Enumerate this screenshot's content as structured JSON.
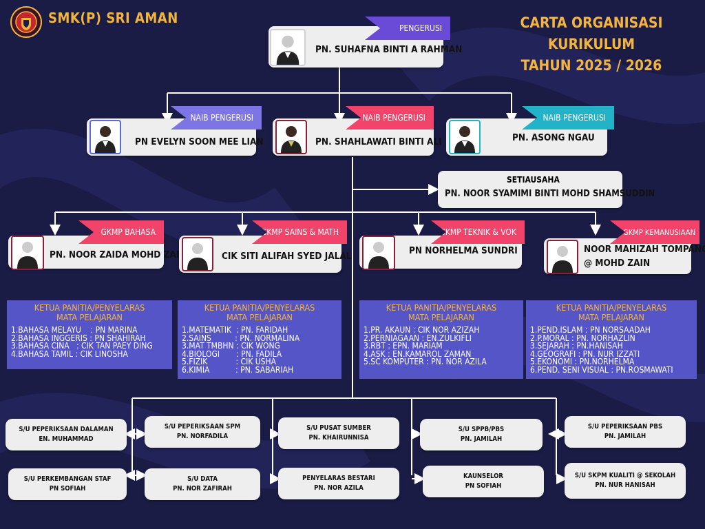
{
  "header": {
    "school": "SMK(P) SRI AMAN",
    "title_line1": "CARTA ORGANISASI KURIKULUM",
    "title_line2": "TAHUN 2025 / 2026",
    "logo_icon": "school-crest-icon"
  },
  "colors": {
    "background": "#1b1c46",
    "accent_gold": "#f4b53f",
    "ribbon_purple": "#6a4bd8",
    "ribbon_lavender": "#7d74e6",
    "ribbon_pink": "#f2446b",
    "ribbon_teal": "#22b3c9",
    "panel_blue": "#5555c8",
    "card": "#eeeeef"
  },
  "chairman": {
    "role": "PENGERUSI",
    "name": "PN. SUHAFNA BINTI A RAHMAN"
  },
  "deputies": [
    {
      "role": "NAIB PENGERUSI",
      "name": "PN EVELYN SOON MEE LIAN"
    },
    {
      "role": "NAIB PENGERUSI",
      "name": "PN. SHAHLAWATI BINTI ALI"
    },
    {
      "role": "NAIB PENGERUSI",
      "name": "PN. ASONG NGAU"
    }
  ],
  "secretary": {
    "role": "SETIAUSAHA",
    "name": "PN. NOOR SYAMIMI BINTI MOHD SHAMSUDDIN"
  },
  "gkmp": [
    {
      "role": "GKMP BAHASA",
      "name": "PN. NOOR ZAIDA MOHD ZAIRI",
      "name2": ""
    },
    {
      "role": "GKMP SAINS & MATH",
      "name": "CIK SITI ALIFAH SYED JALAL",
      "name2": ""
    },
    {
      "role": "GKMP TEKNIK & VOK",
      "name": "PN NORHELMA SUNDRI",
      "name2": ""
    },
    {
      "role": "GKMP KEMANUSIAAN",
      "name": "NOOR MAHIZAH TOMPANG",
      "name2": "@ MOHD ZAIN"
    }
  ],
  "panels": [
    {
      "heading1": "KETUA PANITIA/PENYELARAS",
      "heading2": "MATA PELAJARAN",
      "items": [
        "1.BAHASA MELAYU    : PN MARINA",
        "2.BAHASA INGGERIS : PN SHAHIRAH",
        "3.BAHASA CINA   : CIK TAN PAEY DING",
        "4.BAHASA TAMIL : CIK LINOSHA"
      ]
    },
    {
      "heading1": "KETUA PANITIA/PENYELARAS",
      "heading2": "MATA PELAJARAN",
      "items": [
        "1.MATEMATIK  : PN. FARIDAH",
        "2.SAINS          : PN. NORMALINA",
        "3.MAT TMBHN : CIK WONG",
        "4.BIOLOGI       : PN. FADILA",
        "5.FIZIK            : CIK USHA",
        "6.KIMIA           : PN. SABARIAH"
      ]
    },
    {
      "heading1": "KETUA PANITIA/PENYELARAS",
      "heading2": "MATA PELAJARAN",
      "items": [
        "1.PR. AKAUN : CIK NOR AZIZAH",
        "2.PERNIAGAAN : EN.ZULKIFLI",
        "3.RBT : EPN. MARIAM",
        "4.ASK : EN.KAMAROL ZAMAN",
        "5.SC KOMPUTER : PN. NOR AZILA"
      ]
    },
    {
      "heading1": "KETUA PANITIA/PENYELARAS",
      "heading2": "MATA PELAJARAN",
      "items": [
        "1.PEND.ISLAM : PN NORSAADAH",
        "2.P.MORAL : PN. NORHAZLIN",
        "3.SEJARAH : PN.HANISAH",
        "4.GEOGRAFI : PN. NUR IZZATI",
        "5.EKONOMI : PN.NORHELMA",
        "6.PEND. SENI VISUAL : PN.ROSMAWATI"
      ]
    }
  ],
  "units": [
    {
      "title": "S/U PEPERIKSAAN DALAMAN",
      "name": "EN. MUHAMMAD"
    },
    {
      "title": "S/U PEPERIKSAAN SPM",
      "name": "PN. NORFADILA"
    },
    {
      "title": "S/U PUSAT SUMBER",
      "name": "PN. KHAIRUNNISA"
    },
    {
      "title": "S/U SPPB/PBS",
      "name": "PN. JAMILAH"
    },
    {
      "title": "S/U PEPERIKSAAN PBS",
      "name": "PN. JAMILAH"
    },
    {
      "title": "S/U PERKEMBANGAN STAF",
      "name": "PN SOFIAH"
    },
    {
      "title": "S/U DATA",
      "name": "PN. NOR ZAFIRAH"
    },
    {
      "title": "PENYELARAS BESTARI",
      "name": "PN. NOR AZILA"
    },
    {
      "title": "KAUNSELOR",
      "name": "PN SOFIAH"
    },
    {
      "title": "S/U SKPM KUALITI @ SEKOLAH",
      "name": "PN. NUR HANISAH"
    }
  ]
}
